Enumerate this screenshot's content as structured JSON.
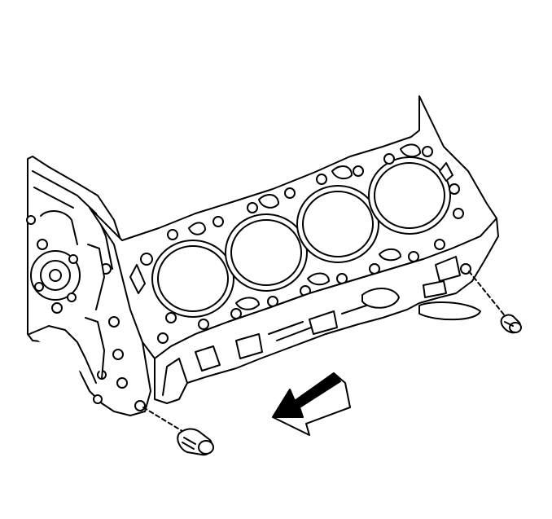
{
  "diagram": {
    "subject": "engine-block-with-plugs",
    "colors": {
      "background": "#ffffff",
      "line": "#000000",
      "fill": "#ffffff",
      "arrow": "#000000"
    },
    "cylinder_bores": 4,
    "plugs": 2,
    "direction_arrow": "down-left"
  }
}
